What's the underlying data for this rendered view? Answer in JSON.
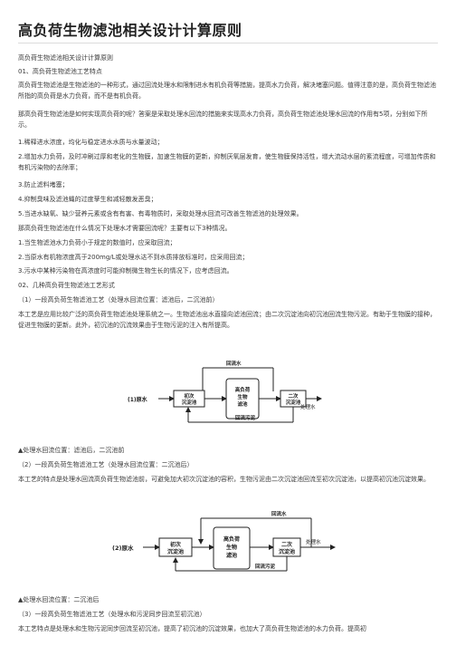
{
  "title": "高负荷生物滤池相关设计计算原则",
  "subtitle": "高负荷生物滤池相关设计计算原则",
  "section1": {
    "heading": "01、高负荷生物滤池工艺特点",
    "intro": "高负荷生物滤池是生物滤池的一种形式，通过回流处理水和限制进水有机负荷等措施，提高水力负荷，解决堵塞问题。值得注意的是，高负荷生物滤池所指的高负荷是水力负荷，而不是有机负荷。",
    "question": "那高负荷生物滤池是如何实现高负荷的呢？答案是采取处理水回流的措施来实现高水力负荷，高负荷生物滤池处理水回流的作用有5项，分别如下所示。",
    "items": [
      "1.稀释进水浓度，均化与稳定进水水质与水量波动；",
      "2.增加水力负荷，及时冲刷过厚和老化的生物膜，加速生物膜的更新，抑制厌氧层发育，使生物膜保持活性，增大流动水层的紊流程度，可增加传质和有机污染物的去除率；",
      "3.防止滤料堵塞；",
      "4.抑制臭味及滤池蝇的过度孳生和减轻散发恶臭；",
      "5.当进水缺氧、缺少营养元素或含有有害、有毒物质时，采取处理水回流可改善生物滤池的处理效果。"
    ],
    "question2": "那高负荷生物滤池在什么情况下处理水才需要回流呢？主要有以下3种情况。",
    "cases": [
      "1.当生物滤池水力负荷小于规定的数值时，应采取回流；",
      "2.当原水有机物浓度高于200mg/L或处理水达不到水质排放标准时，应采用回流；",
      "3.污水中某种污染物在高浓度时可能抑制微生物生长的情况下，应考虑回流。"
    ]
  },
  "section2": {
    "heading": "02、几种高负荷生物滤池工艺形式",
    "p1_title": "（1）一段高负荷生物滤池工艺（处理水回流位置：滤池后，二沉池前）",
    "p1_text": "本工艺是应用比较广泛的高负荷生物滤池处理系统之一。生物滤池出水直接向滤池回流；由二次沉淀池向初沉池回流生物污泥。有助于生物膜的接种，促进生物膜的更新。此外，初沉池的沉流效果由于生物污泥的注入有所提高。",
    "p1_caption": "▲处理水回流位置：滤池后，二沉池前",
    "p2_title": "（2）一段高负荷生物滤池工艺（处理水回流位置：二沉池后）",
    "p2_text": "本工艺的特点是处理水回流高负荷生物滤池前，可避免加大初次沉淀池的容积，生物污泥由二次沉淀池回流至初次沉淀池，以提高初沉池沉淀效果。",
    "p2_caption": "▲处理水回流位置：二沉池后",
    "p3_title": "（3）一段高负荷生物滤池工艺（处理水和污泥同步回流至初沉池）",
    "p3_text": "本工艺特点是处理水和生物污泥同步回流至初沉池，提高了初沉池的沉淀效果，也加大了高负荷生物滤池的水力负荷。提高初"
  },
  "diagram1": {
    "label_inflow": "(1)原水",
    "label_primary": [
      "初次",
      "沉淀池"
    ],
    "label_filter": [
      "高负荷",
      "生物",
      "滤池"
    ],
    "label_secondary": [
      "二次",
      "沉淀池"
    ],
    "label_outflow": "处理水",
    "label_return_water": "回流水",
    "label_return_sludge": "回流污泥"
  },
  "diagram2": {
    "label_inflow": "(2)原水",
    "label_primary": [
      "初次",
      "沉淀池"
    ],
    "label_filter": [
      "高负荷",
      "生物",
      "滤池"
    ],
    "label_secondary": [
      "二次",
      "沉淀池"
    ],
    "label_outflow": "处理水",
    "label_return_water": "回流水",
    "label_return_sludge": "回流污泥"
  }
}
